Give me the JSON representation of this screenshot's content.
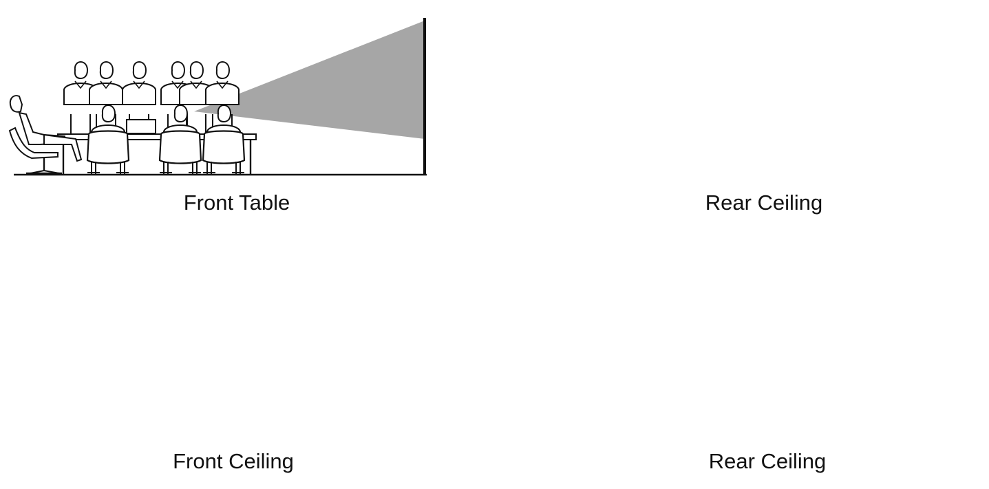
{
  "panels": [
    {
      "id": "front-table",
      "caption": "Front Table"
    },
    {
      "id": "rear-ceiling-floor",
      "caption": "Rear Ceiling"
    },
    {
      "id": "front-ceiling",
      "caption": "Front Ceiling"
    },
    {
      "id": "rear-ceiling",
      "caption": "Rear Ceiling"
    }
  ],
  "colors": {
    "ink": "#111111",
    "beam": "#a6a6a6",
    "paper": "#ffffff"
  },
  "icons": [
    "person-seated-icon",
    "chair-icon",
    "table-icon",
    "projector-icon",
    "screen-icon"
  ]
}
